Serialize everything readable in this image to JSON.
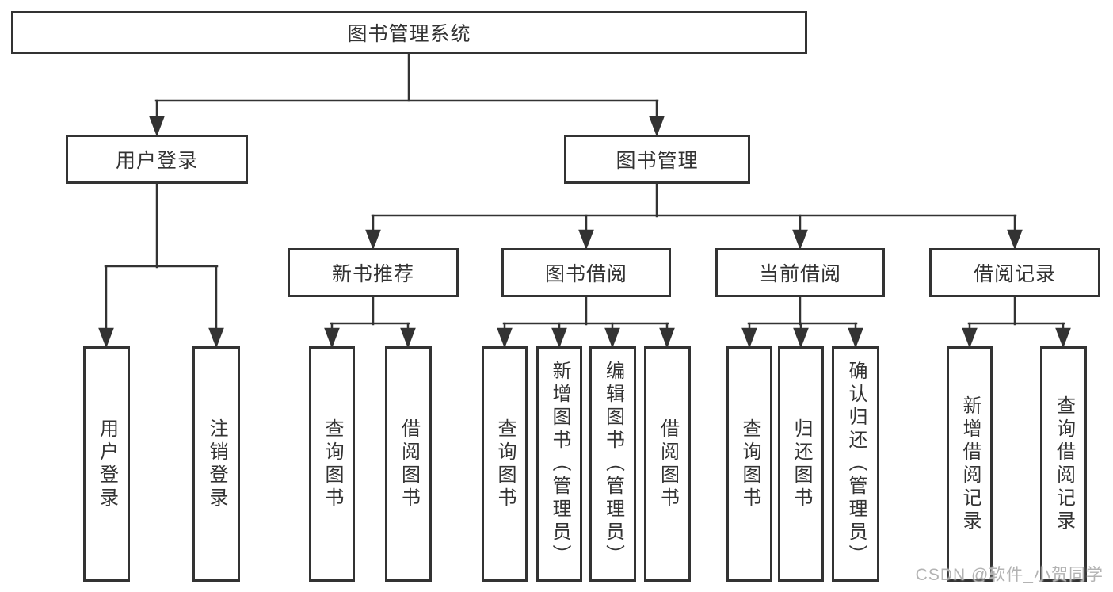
{
  "tree": {
    "label": "图书管理系统",
    "children": [
      {
        "label": "用户登录",
        "children": [
          {
            "label": "用户登录"
          },
          {
            "label": "注销登录"
          }
        ]
      },
      {
        "label": "图书管理",
        "children": [
          {
            "label": "新书推荐",
            "children": [
              {
                "label": "查询图书"
              },
              {
                "label": "借阅图书"
              }
            ]
          },
          {
            "label": "图书借阅",
            "children": [
              {
                "label": "查询图书"
              },
              {
                "label": "新增图书（管理员）"
              },
              {
                "label": "编辑图书（管理员）"
              },
              {
                "label": "借阅图书"
              }
            ]
          },
          {
            "label": "当前借阅",
            "children": [
              {
                "label": "查询图书"
              },
              {
                "label": "归还图书"
              },
              {
                "label": "确认归还（管理员）"
              }
            ]
          },
          {
            "label": "借阅记录",
            "children": [
              {
                "label": "新增借阅记录"
              },
              {
                "label": "查询借阅记录"
              }
            ]
          }
        ]
      }
    ]
  },
  "watermark": "CSDN @软件_小贺同学",
  "colors": {
    "line": "#333333",
    "box_border": "#333333",
    "text": "#333333",
    "background": "#ffffff",
    "watermark": "#b3b3b3"
  }
}
